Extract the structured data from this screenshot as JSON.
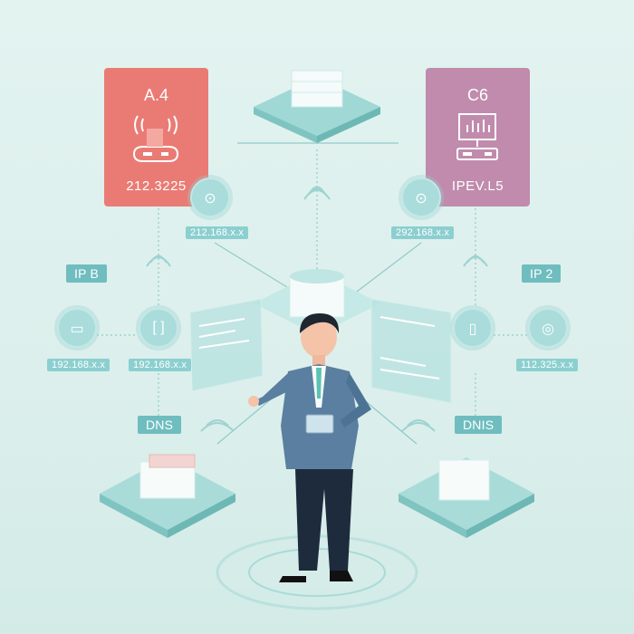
{
  "cards": {
    "left": {
      "title": "A.4",
      "value": "212.3225",
      "color": "#ea7b74",
      "icon": "wifi-router-icon"
    },
    "right": {
      "title": "C6",
      "value": "IPEV.L5",
      "color": "#c08bac",
      "icon": "monitor-server-icon"
    }
  },
  "tags": {
    "ip_left_top": "212.168.x.x",
    "ip_right_top": "292.168.x.x",
    "ip_b": "IP B",
    "ip_2": "IP 2",
    "ip_left_1": "192.168.x.x",
    "ip_left_2": "192.168.x.x",
    "ip_right": "112.325.x.x",
    "dns_left": "DNS",
    "dns_right": "DNIS"
  },
  "colors": {
    "accent": "#6fbdbf",
    "background": "#dff1ee",
    "suit": "#5a7fa0"
  }
}
